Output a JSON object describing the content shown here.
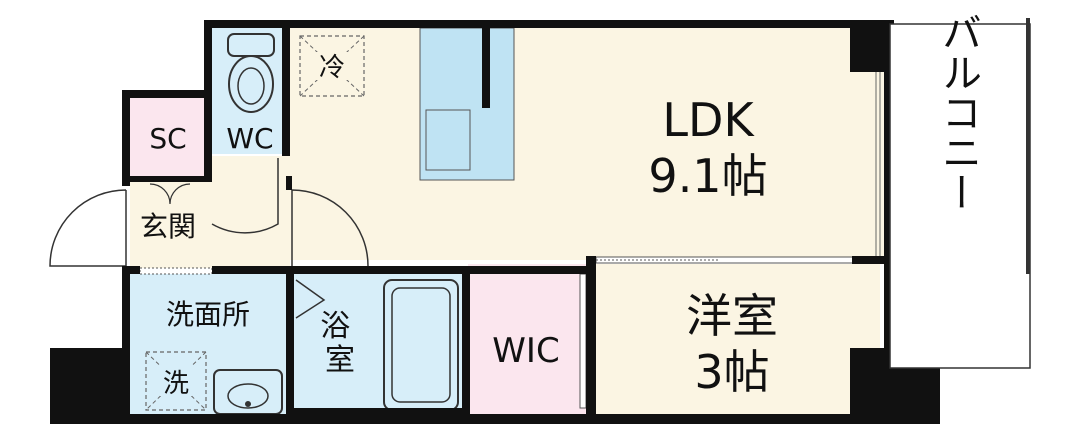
{
  "rooms": {
    "ldk": {
      "name": "LDK",
      "size": "9.1帖",
      "color": "#fbf5e3"
    },
    "western": {
      "name": "洋室",
      "size": "3帖",
      "color": "#fbf5e3"
    },
    "wic": {
      "name": "WIC",
      "color": "#fbe6ee"
    },
    "sc": {
      "name": "SC",
      "color": "#fbe6ee"
    },
    "wc": {
      "name": "WC",
      "color": "#d7eef9"
    },
    "entrance": {
      "name": "玄関",
      "color": "#fbf5e3"
    },
    "washroom": {
      "name": "洗面所",
      "color": "#d7eef9"
    },
    "bath": {
      "name": "浴室",
      "color": "#d7eef9"
    },
    "balcony": {
      "name": "バルコニー",
      "color": "#ffffff"
    }
  },
  "fixtures": {
    "fridge": "冷",
    "washer": "洗"
  },
  "colors": {
    "wall": "#111111",
    "kitchen": "#bfe3f3",
    "line": "#333333"
  }
}
